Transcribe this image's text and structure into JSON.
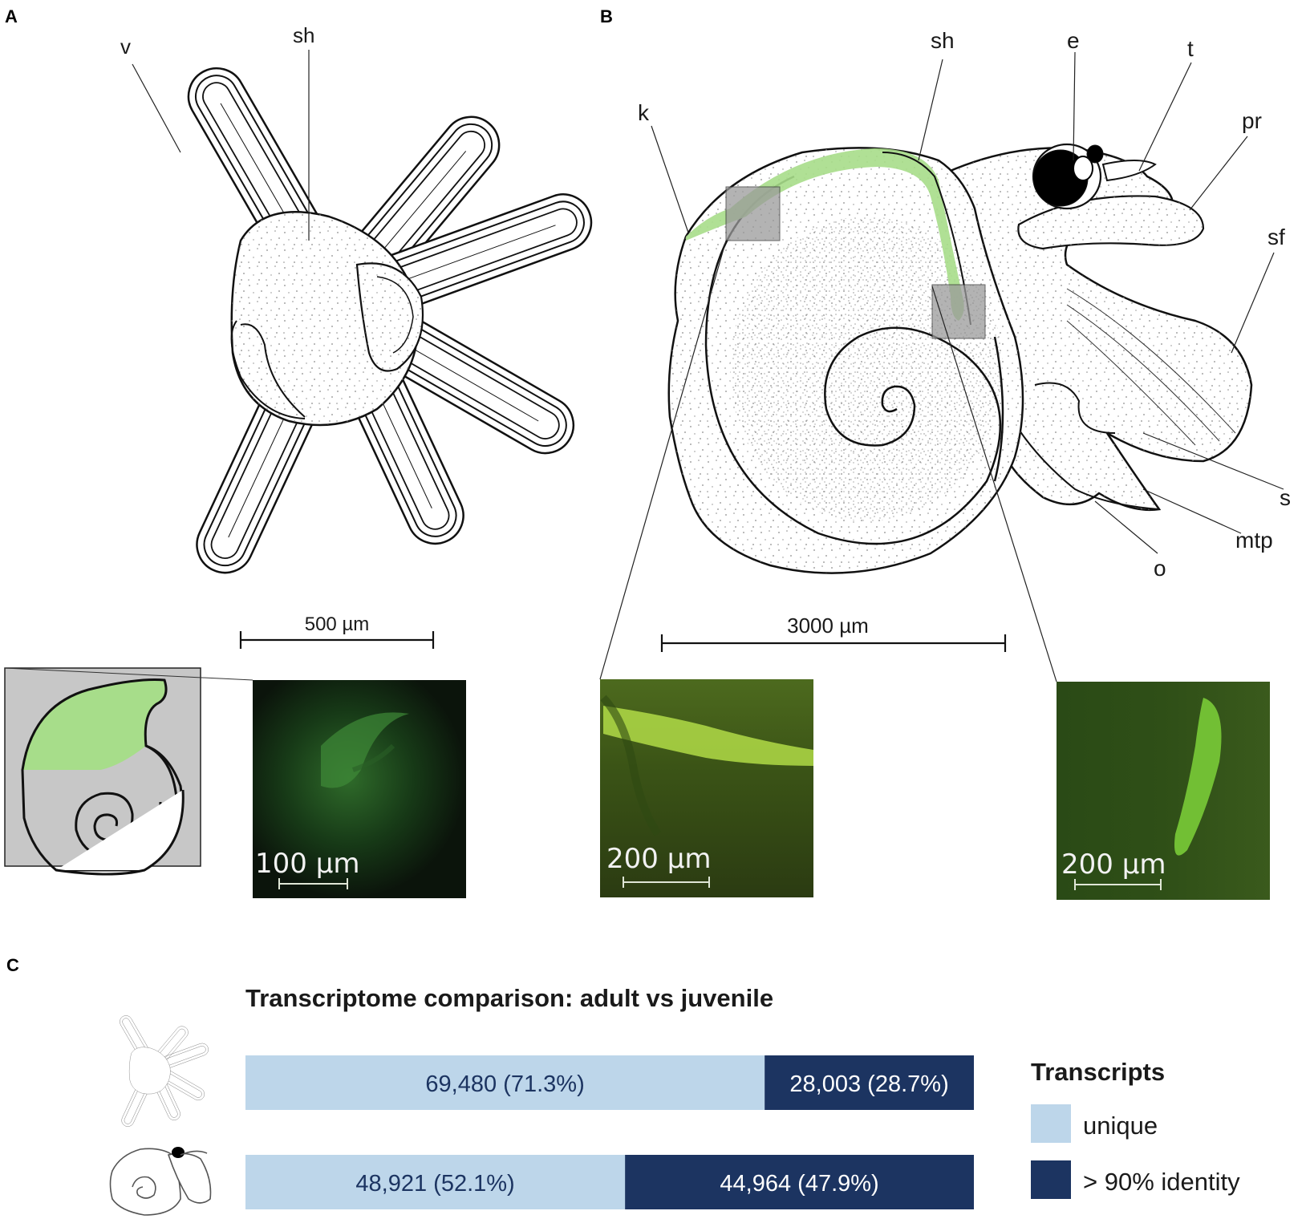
{
  "panels": {
    "a": "A",
    "b": "B",
    "c": "C"
  },
  "labels_a": {
    "v": "v",
    "sh": "sh"
  },
  "labels_b": {
    "k": "k",
    "sh": "sh",
    "e": "e",
    "t": "t",
    "pr": "pr",
    "sf": "sf",
    "s": "s",
    "mtp": "mtp",
    "o": "o"
  },
  "scalebars": {
    "a_main": "500 µm",
    "a_micro": "100 µm",
    "b_main": "3000 µm",
    "b_micro_left": "200 µm",
    "b_micro_right": "200 µm"
  },
  "colors": {
    "unique": "#bdd6ea",
    "identity": "#1c3461",
    "shell_green": "#a7dd8a",
    "stipple": "#9a9a9a",
    "inset_gray": "#c7c7c7"
  },
  "chart_data": {
    "type": "bar",
    "title": "Transcriptome comparison: adult vs juvenile",
    "stacked": true,
    "orientation": "horizontal",
    "categories": [
      "juvenile",
      "adult"
    ],
    "series": [
      {
        "name": "unique",
        "values": [
          69480,
          48921
        ],
        "labels": [
          "69,480 (71.3%)",
          "48,921 (52.1%)"
        ]
      },
      {
        "name": "> 90% identity",
        "values": [
          28003,
          44964
        ],
        "labels": [
          "28,003 (28.7%)",
          "44,964 (47.9%)"
        ]
      }
    ],
    "legend_title": "Transcripts",
    "legend_position": "right"
  }
}
